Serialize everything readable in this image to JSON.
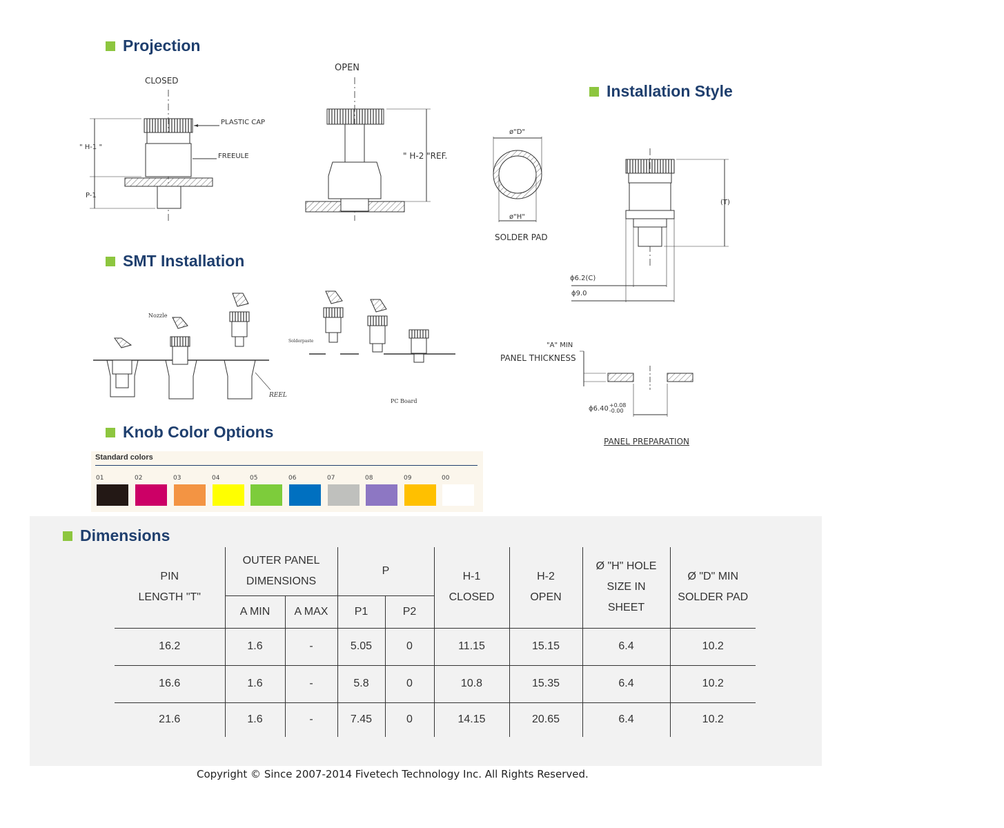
{
  "sections": {
    "projection": "Projection",
    "installation_style": "Installation Style",
    "smt_installation": "SMT Installation",
    "knob_color_options": "Knob Color Options",
    "dimensions": "Dimensions"
  },
  "projection": {
    "closed": "CLOSED",
    "open": "OPEN",
    "plastic_cap": "PLASTIC CAP",
    "ferrule": "FREEULE",
    "h1": "\" H-1 \"",
    "p1": "P-1",
    "h2_ref": "\" H-2 \"REF."
  },
  "installation": {
    "d_label": "ø\"D\"",
    "h_label": "ø\"H\"",
    "solder_pad": "SOLDER PAD",
    "t_label": "(T)",
    "dia_c": "ϕ6.2(C)",
    "dia_9": "ϕ9.0",
    "a_min": "\"A\" MIN",
    "panel_thickness": "PANEL THICKNESS",
    "hole_dia": "ϕ6.40",
    "tol_plus": "+0.08",
    "tol_minus": "-0.00",
    "panel_preparation": "PANEL PREPARATION"
  },
  "smt": {
    "nozzle": "Nozzle",
    "reel": "REEL",
    "solder_paste": "Solderpaste",
    "pc_board": "PC Board"
  },
  "colors": {
    "title": "Standard colors",
    "swatches": [
      {
        "num": "01",
        "hex": "#231815"
      },
      {
        "num": "02",
        "hex": "#cc0066"
      },
      {
        "num": "03",
        "hex": "#f39443"
      },
      {
        "num": "04",
        "hex": "#ffff00"
      },
      {
        "num": "05",
        "hex": "#7dcc3b"
      },
      {
        "num": "06",
        "hex": "#0070c0"
      },
      {
        "num": "07",
        "hex": "#bfc0bd"
      },
      {
        "num": "08",
        "hex": "#8d77c3"
      },
      {
        "num": "09",
        "hex": "#ffc000"
      },
      {
        "num": "00",
        "hex": "#ffffff"
      }
    ]
  },
  "table": {
    "headers": {
      "pin_length": "PIN",
      "pin_length2": "LENGTH \"T\"",
      "outer_panel": "OUTER PANEL",
      "outer_panel2": "DIMENSIONS",
      "a_min": "A MIN",
      "a_max": "A MAX",
      "p": "P",
      "p1": "P1",
      "p2": "P2",
      "h1": "H-1",
      "h1b": "CLOSED",
      "h2": "H-2",
      "h2b": "OPEN",
      "hole1": "Ø \"H\" HOLE",
      "hole2": "SIZE IN",
      "hole3": "SHEET",
      "pad1": "Ø \"D\" MIN",
      "pad2": "SOLDER PAD"
    },
    "rows": [
      [
        "16.2",
        "1.6",
        "-",
        "5.05",
        "0",
        "11.15",
        "15.15",
        "6.4",
        "10.2"
      ],
      [
        "16.6",
        "1.6",
        "-",
        "5.8",
        "0",
        "10.8",
        "15.35",
        "6.4",
        "10.2"
      ],
      [
        "21.6",
        "1.6",
        "-",
        "7.45",
        "0",
        "14.15",
        "20.65",
        "6.4",
        "10.2"
      ]
    ]
  },
  "footer": "Copyright © Since 2007-2014 Fivetech Technology Inc. All Rights Reserved."
}
